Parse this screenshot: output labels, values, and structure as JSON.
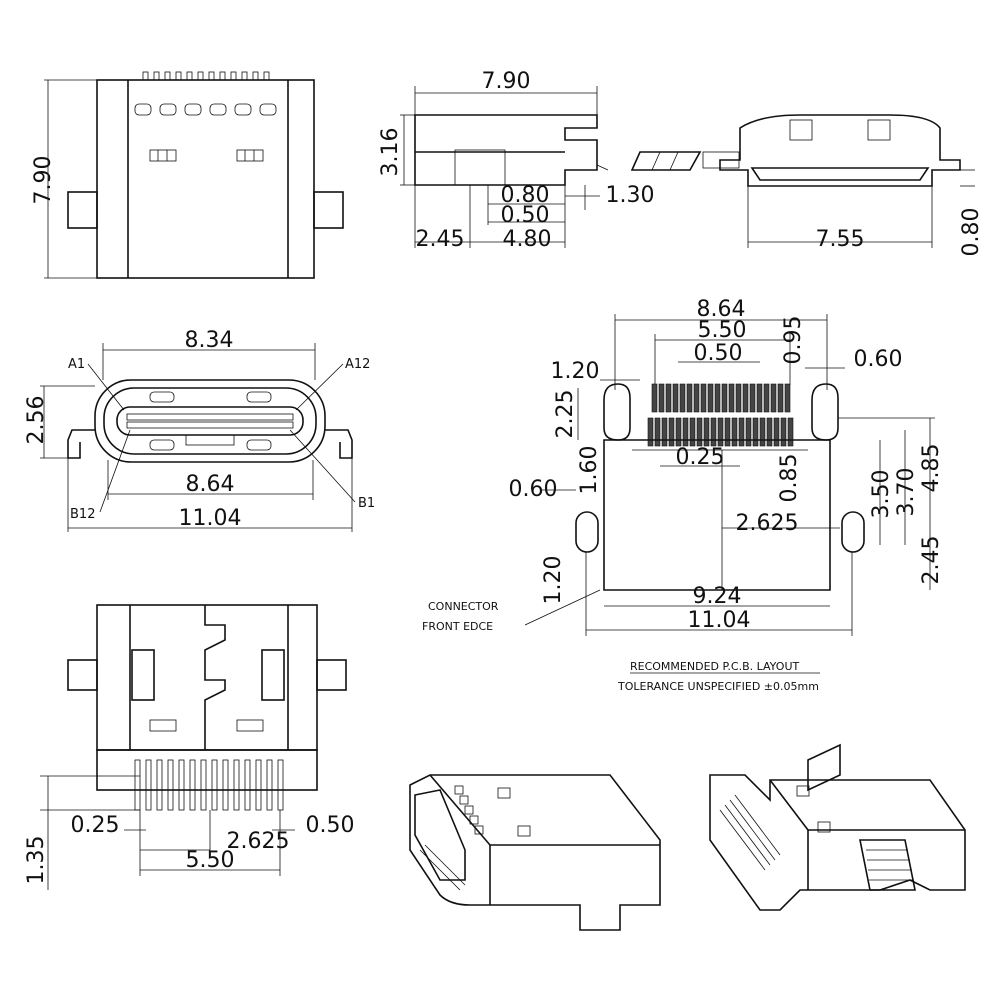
{
  "top_view": {
    "height_dim": "7.90"
  },
  "side_view": {
    "width_dim": "7.90",
    "height_dim": "3.16",
    "dim_a": "0.80",
    "dim_b": "1.30",
    "dim_c": "0.50",
    "dim_d": "2.45",
    "dim_e": "4.80"
  },
  "rear_view": {
    "width_dim": "7.55",
    "height_dim": "0.80"
  },
  "front_view": {
    "width_top": "8.34",
    "height_dim": "2.56",
    "width_inner": "8.64",
    "width_total": "11.04",
    "pin_a1": "A1",
    "pin_a12": "A12",
    "pin_b12": "B12",
    "pin_b1": "B1"
  },
  "pcb_layout": {
    "dim_8_64": "8.64",
    "dim_5_50": "5.50",
    "dim_0_95": "0.95",
    "dim_0_50": "0.50",
    "dim_1_20_top": "1.20",
    "dim_0_60_top": "0.60",
    "dim_2_25": "2.25",
    "dim_1_60": "1.60",
    "dim_0_25": "0.25",
    "dim_0_85": "0.85",
    "dim_3_50": "3.50",
    "dim_3_70": "3.70",
    "dim_4_85": "4.85",
    "dim_0_60_left": "0.60",
    "dim_2_625": "2.625",
    "dim_2_45": "2.45",
    "dim_1_20_left": "1.20",
    "dim_9_24": "9.24",
    "dim_11_04": "11.04",
    "edge_label_line1": "CONNECTOR",
    "edge_label_line2": "FRONT EDCE",
    "title": "RECOMMENDED  P.C.B. LAYOUT",
    "tolerance": "TOLERANCE UNSPECIFIED ±0.05mm"
  },
  "bottom_view": {
    "dim_1_35": "1.35",
    "dim_0_25": "0.25",
    "dim_0_50": "0.50",
    "dim_2_625": "2.625",
    "dim_5_50": "5.50"
  }
}
